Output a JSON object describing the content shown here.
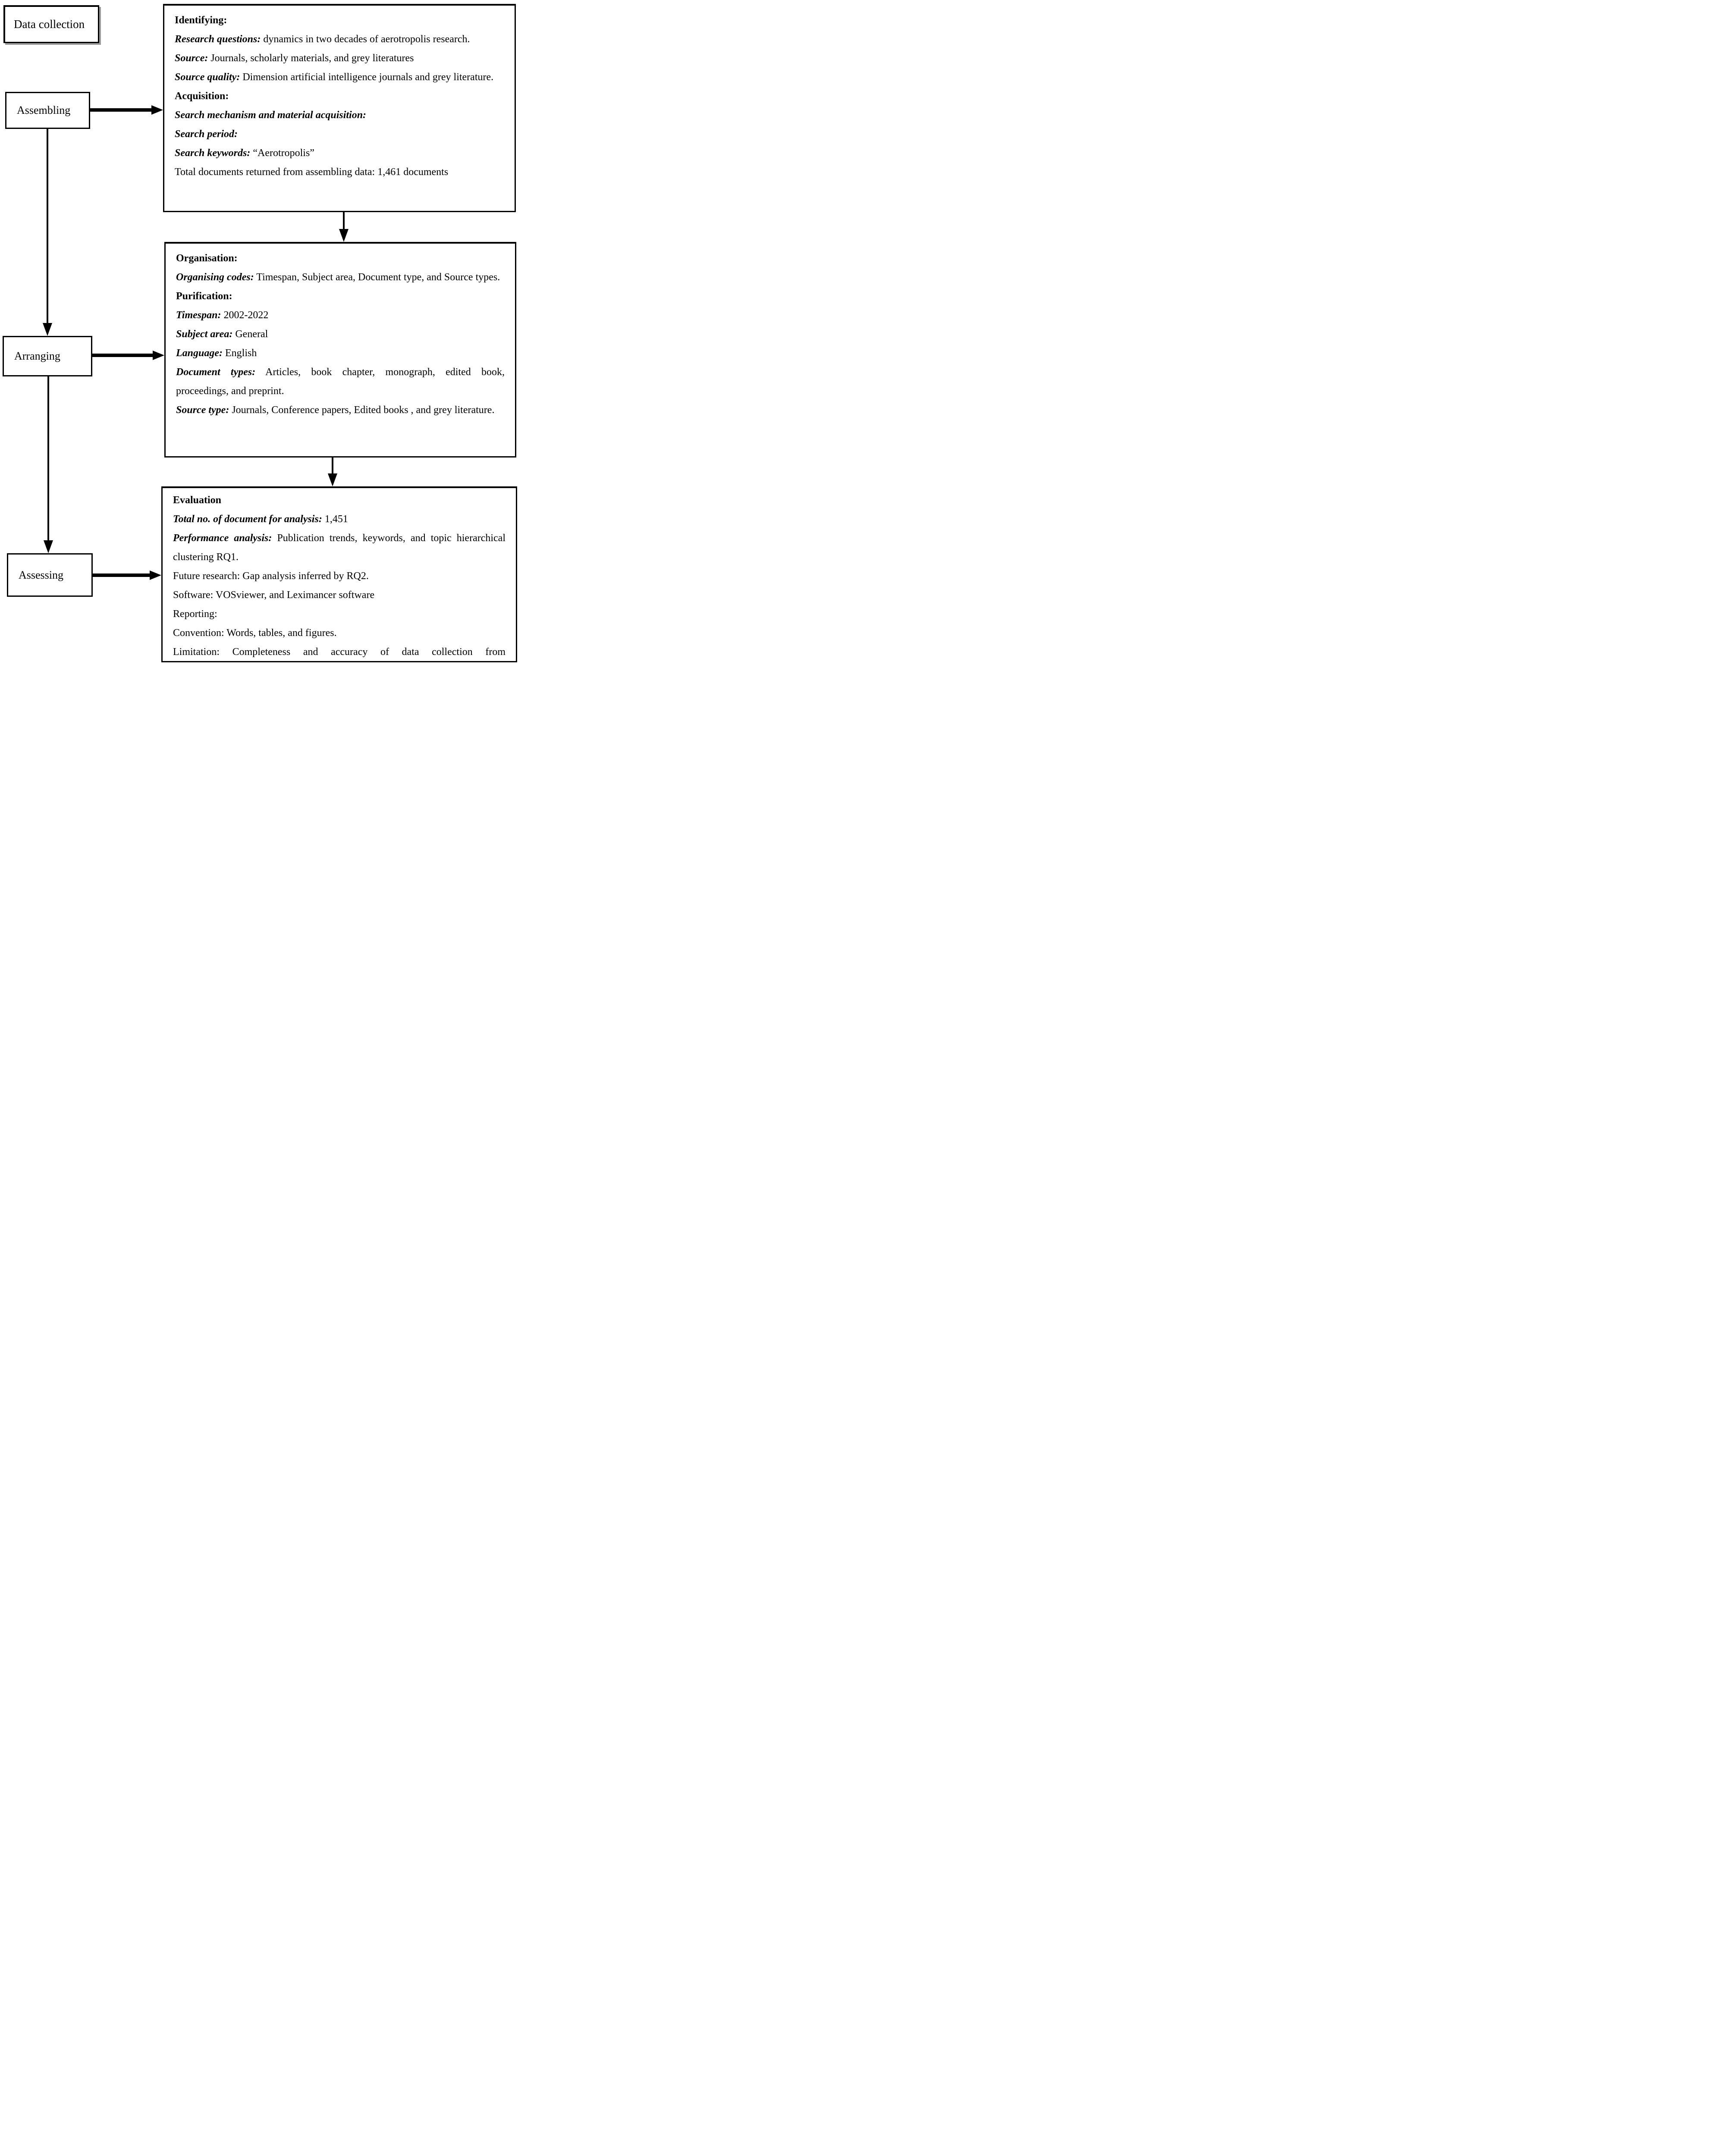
{
  "title_box": {
    "label": "Data collection"
  },
  "stages": [
    {
      "label": "Assembling"
    },
    {
      "label": "Arranging"
    },
    {
      "label": "Assessing"
    }
  ],
  "detail_boxes": [
    {
      "name": "identifying",
      "items": [
        {
          "style": "b",
          "label": "Identifying:",
          "text": ""
        },
        {
          "style": "bi",
          "label": "Research questions:",
          "text": " dynamics in two decades of aerotropolis research.",
          "nw": true
        },
        {
          "style": "bi",
          "label": "Source:",
          "text": " Journals, scholarly materials, and grey literatures"
        },
        {
          "style": "bi",
          "label": "Source quality:",
          "text": " Dimension artificial intelligence journals and grey literature.",
          "just": true
        },
        {
          "style": "b",
          "label": "Acquisition:",
          "text": ""
        },
        {
          "style": "bi",
          "label": "Search mechanism and material acquisition:",
          "text": ""
        },
        {
          "style": "bi",
          "label": "Search period:",
          "text": ""
        },
        {
          "style": "bi",
          "label": "Search keywords:",
          "text": " “Aerotropolis”"
        },
        {
          "style": "r",
          "label": "",
          "text": "Total documents returned from assembling data: 1,461 documents"
        }
      ]
    },
    {
      "name": "organisation",
      "items": [
        {
          "style": "b",
          "label": "Organisation:",
          "text": ""
        },
        {
          "style": "bi",
          "label": "Organising codes:",
          "text": " Timespan, Subject area, Document type, and Source types.",
          "just": true
        },
        {
          "style": "b",
          "label": "Purification:",
          "text": ""
        },
        {
          "style": "bi",
          "label": "Timespan:",
          "text": " 2002-2022"
        },
        {
          "style": "bi",
          "label": "Subject area:",
          "text": " General"
        },
        {
          "style": "bi",
          "label": "Language:",
          "text": " English"
        },
        {
          "style": "bi",
          "label": "Document types:",
          "text": " Articles, book chapter, monograph, edited book, proceedings, and preprint.",
          "just": true
        },
        {
          "style": "bi",
          "label": "Source type:",
          "text": " Journals, Conference papers, Edited books , and grey literature.",
          "just": true
        }
      ]
    },
    {
      "name": "evaluation",
      "items": [
        {
          "style": "b",
          "label": "Evaluation",
          "text": ""
        },
        {
          "style": "bi",
          "label": "Total no. of document for analysis:",
          "text": " 1,451"
        },
        {
          "style": "bi",
          "label": "Performance analysis:",
          "text": " Publication trends, keywords, and topic hierarchical clustering RQ1.",
          "just": true
        },
        {
          "style": "r",
          "label": "",
          "text": "Future research: Gap analysis inferred by RQ2."
        },
        {
          "style": "r",
          "label": "",
          "text": "Software: VOSviewer, and Leximancer software"
        },
        {
          "style": "r",
          "label": "",
          "text": "Reporting:"
        },
        {
          "style": "r",
          "label": "",
          "text": "Convention: Words, tables, and figures."
        },
        {
          "style": "r",
          "label": "",
          "text": "Limitation: Completeness and accuracy of data collection from",
          "just": true,
          "just_last": true
        }
      ]
    }
  ]
}
